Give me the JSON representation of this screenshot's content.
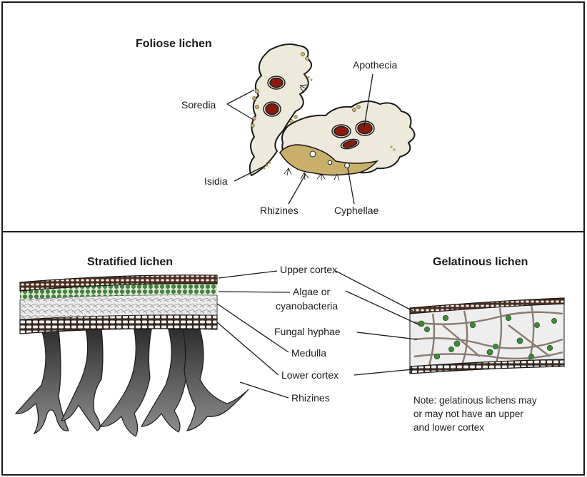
{
  "top_panel": {
    "title": "Foliose lichen",
    "labels": {
      "soredia": "Soredia",
      "apothecia": "Apothecia",
      "isidia": "Isidia",
      "rhizines": "Rhizines",
      "cyphellae": "Cyphellae"
    }
  },
  "bottom_panel": {
    "stratified_title": "Stratified lichen",
    "gelatinous_title": "Gelatinous lichen",
    "labels": {
      "upper_cortex": "Upper cortex",
      "algae_line1": "Algae or",
      "algae_line2": "cyanobacteria",
      "fungal_hyphae": "Fungal hyphae",
      "medulla": "Medulla",
      "lower_cortex": "Lower cortex",
      "rhizines": "Rhizines"
    },
    "note": {
      "line1": "Note: gelatinous lichens may",
      "line2": "or may not have an upper",
      "line3": "and lower cortex"
    }
  },
  "colors": {
    "border": "#1a1a1a",
    "thallus": "#eeeadb",
    "thallus_shade": "#d7c79a",
    "lower_surface": "#c9b06a",
    "apothecia": "#8b1a0e",
    "apothecia_rim": "#e9d7c8",
    "cortex": "#4a2e22",
    "algae": "#3f8a3a",
    "medulla": "#e8e8e8",
    "rhizine_dark": "#3a3a3a",
    "rhizine_light": "#8a8a8a"
  }
}
